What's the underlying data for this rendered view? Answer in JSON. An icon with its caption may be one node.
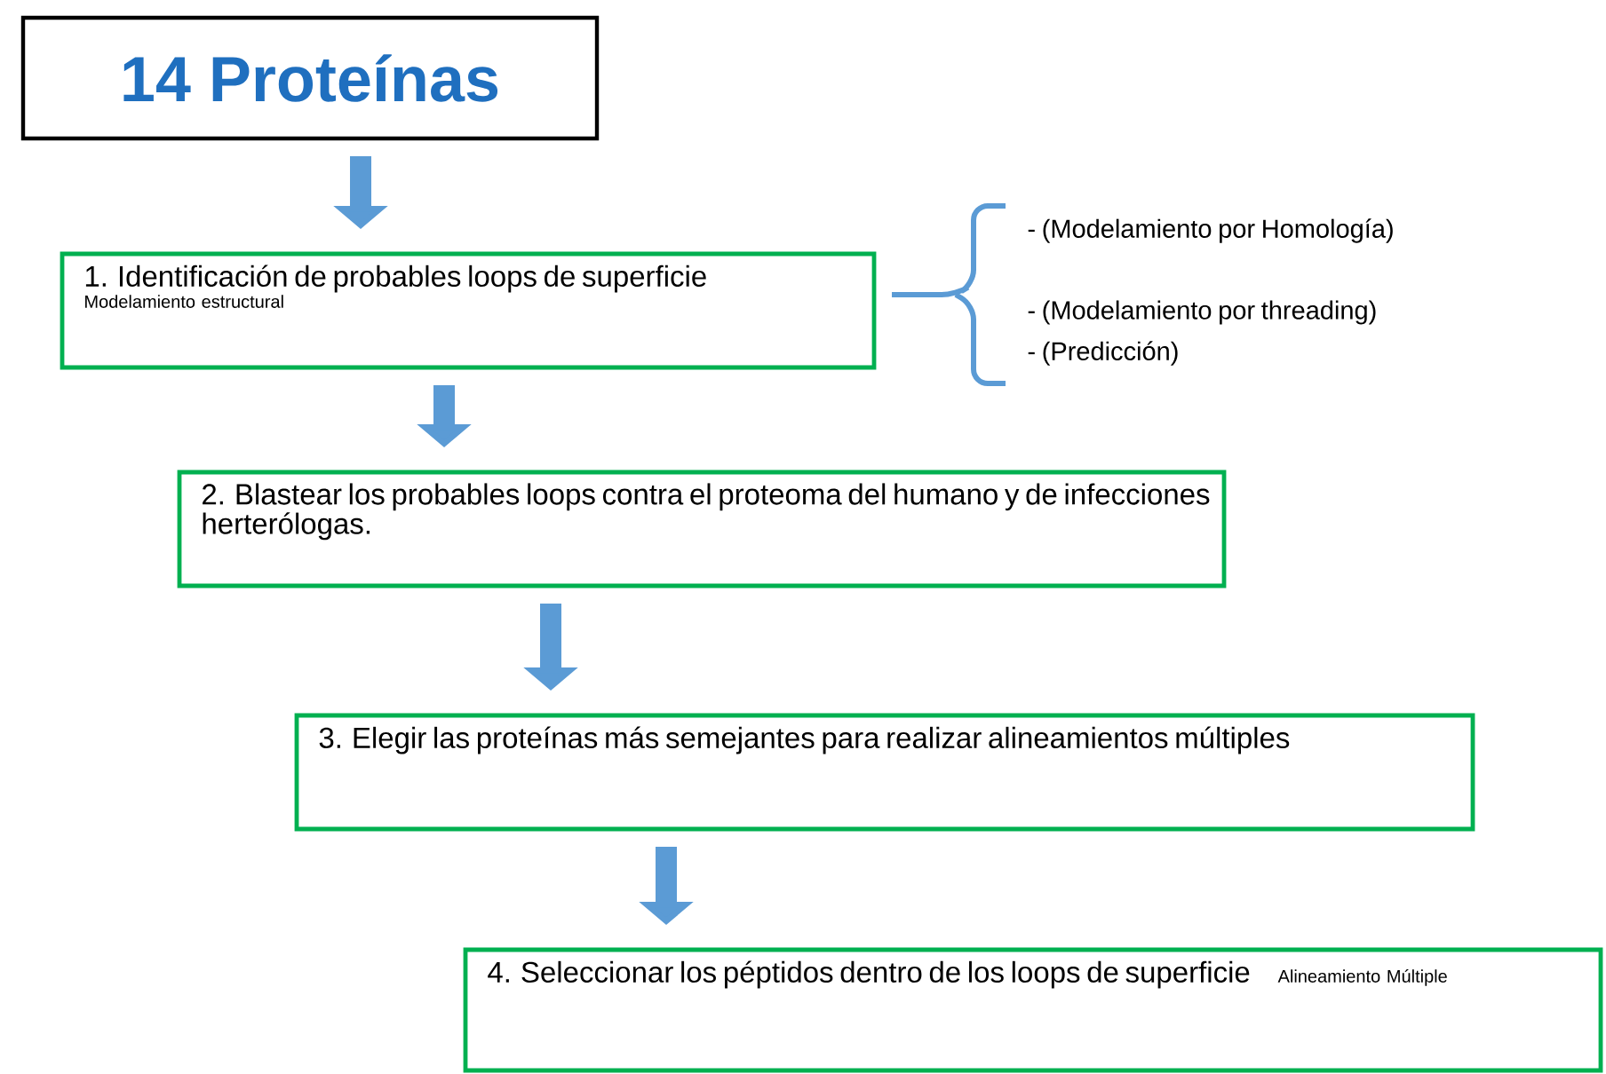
{
  "diagram": {
    "nodes": [
      {
        "text": [
          "14 Proteínas"
        ]
      },
      {
        "text": [
          "1. Identificación de probables loops de superficie",
          "Modelamiento estructural"
        ]
      },
      {
        "text": [
          "2. Blastear los probables loops contra el proteoma del humano y de infecciones herterólogas."
        ]
      },
      {
        "text": [
          "3. Elegir las proteínas más semejantes para realizar alineamientos múltiples"
        ]
      },
      {
        "text": [
          "4. Seleccionar los péptidos dentro de los loops de superficie",
          "Alineamiento Múltiple"
        ]
      }
    ],
    "edges": [
      {
        "from": 0,
        "to": 1,
        "arrow": "to"
      },
      {
        "from": 1,
        "to": 2,
        "arrow": "to"
      },
      {
        "from": 2,
        "to": 3,
        "arrow": "to"
      },
      {
        "from": 3,
        "to": 4,
        "arrow": "to"
      }
    ],
    "labels": [
      "- (Modelamiento por Homología)",
      "- (Modelamiento por threading)",
      "- (Predicción)"
    ]
  }
}
